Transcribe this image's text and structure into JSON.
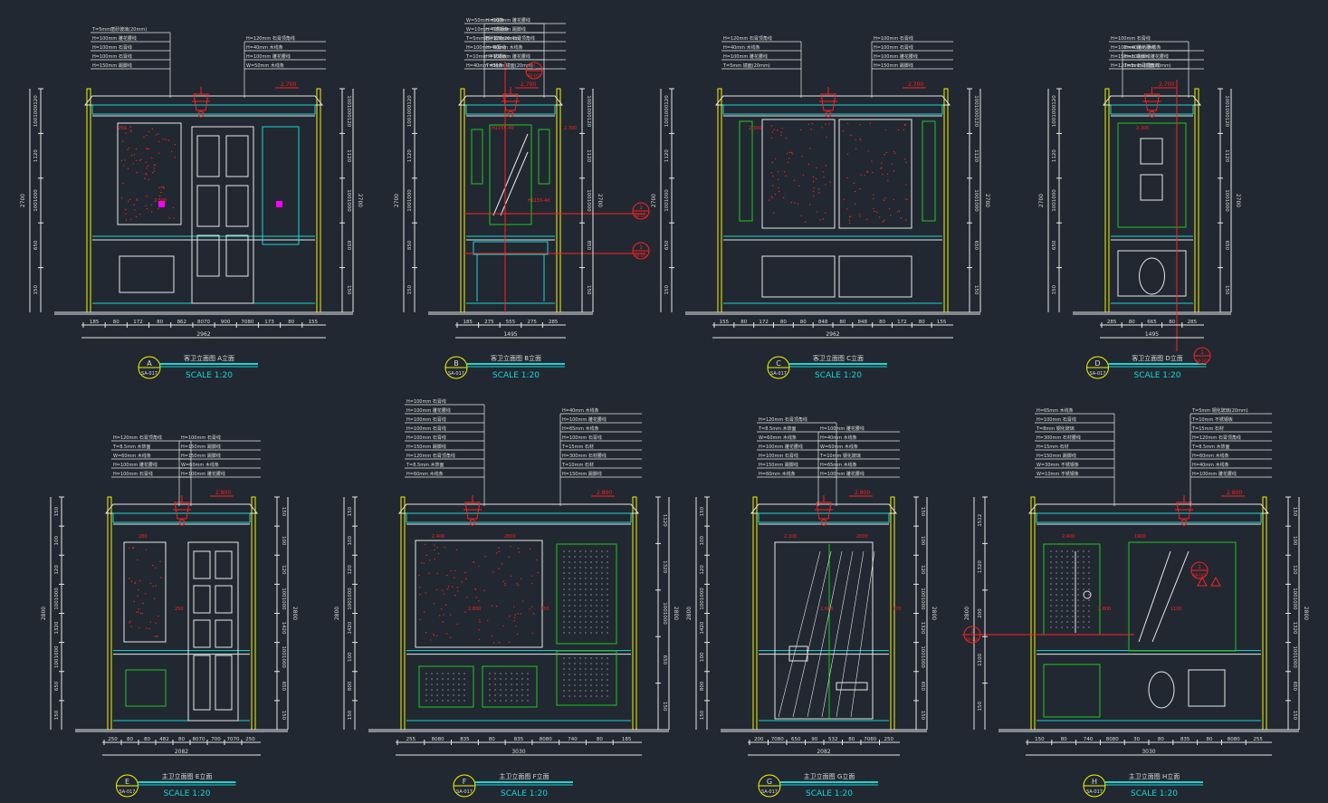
{
  "drawing": {
    "colors": {
      "background": "#212831",
      "outline": "#e8e8e8",
      "frame": "#f5f500",
      "cyan": "#19d6d6",
      "green": "#1ec81e",
      "red": "#ff2020",
      "magenta": "#ff00ff",
      "annotation": "#dcdcdc"
    },
    "views": [
      {
        "id": "A",
        "sheet": "SA-017",
        "title": "客卫立面图 A立面",
        "scale": "SCALE  1:20",
        "height_total": "2700",
        "elev_tag": "2.700",
        "left_dims": [
          "1001000120",
          "1120",
          "1001000",
          "650",
          "150"
        ],
        "right_dims": [
          "1001000120",
          "1120",
          "1001000",
          "650",
          "150"
        ],
        "bottom_dims": [
          "185",
          "80",
          "172",
          "80",
          "862",
          "8070",
          "900",
          "7080",
          "173",
          "80",
          "155"
        ],
        "total_width": "2962",
        "notes": [
          "T=5mm磨砂玻璃(20mm)",
          "H=100mm 雕花腰线",
          "H=100mm 石膏线",
          "H=100mm 石膏线",
          "H=150mm 踢脚线",
          "H=120mm 石膏顶角线",
          "H=40mm 木线条",
          "H=100mm 雕花腰线",
          "W=50mm 木线条"
        ],
        "small_dims": [
          "250",
          "2.500"
        ]
      },
      {
        "id": "B",
        "sheet": "SA-017",
        "title": "客卫立面图 B立面",
        "scale": "SCALE  1:20",
        "height_total": "2700",
        "elev_tag": "2.700",
        "left_dims": [
          "1001000120",
          "1120",
          "1001000",
          "850",
          "150"
        ],
        "right_dims": [
          "1001000120",
          "1120",
          "1001000",
          "850",
          "150"
        ],
        "bottom_dims": [
          "185",
          "275",
          "555",
          "275",
          "285"
        ],
        "total_width": "1495",
        "notes": [
          "W=50mm 木线条",
          "W=10mm 不锈钢条",
          "T=5mm磨砂玻璃(20mm)",
          "H=100mm 石膏线",
          "T=10mm 不锈钢板",
          "H=40mm 木线条",
          "H=100mm 雕花腰线",
          "H=150mm 踢脚线",
          "H=120mm 石膏顶角线",
          "H=40mm 木线条",
          "H=100mm 雕花腰线",
          "T=5mm 镜面(20mm)"
        ],
        "small_dims": [
          "H1155-40",
          "H1155-40",
          "2.300"
        ]
      },
      {
        "id": "C",
        "sheet": "SA-017",
        "title": "客卫立面图 C立面",
        "scale": "SCALE  1:20",
        "height_total": "2700",
        "elev_tag": "2.700",
        "left_dims": [
          "1001000120",
          "1120",
          "1001000",
          "650",
          "150"
        ],
        "right_dims": [
          "1001000120",
          "1120",
          "1001000",
          "650",
          "150"
        ],
        "bottom_dims": [
          "155",
          "80",
          "172",
          "80",
          "80",
          "848",
          "80",
          "848",
          "80",
          "172",
          "80",
          "155"
        ],
        "total_width": "2962",
        "notes": [
          "H=120mm 石膏顶角线",
          "H=40mm 木线条",
          "H=100mm 雕花腰线",
          "T=5mm 镜面(20mm)",
          "H=100mm 石膏线",
          "H=100mm 石膏线",
          "H=100mm 雕花腰线",
          "H=150mm 踢脚线"
        ],
        "small_dims": [
          "2.300"
        ]
      },
      {
        "id": "D",
        "sheet": "SA-017",
        "title": "客卫立面图 D立面",
        "scale": "SCALE  1:20",
        "height_total": "2700",
        "elev_tag": "2.700",
        "left_dims": [
          "1001000120",
          "1120",
          "1001000",
          "650",
          "150"
        ],
        "right_dims": [
          "1001000120",
          "1120",
          "1001000",
          "650",
          "150"
        ],
        "bottom_dims": [
          "285",
          "80",
          "665",
          "80",
          "285"
        ],
        "total_width": "1495",
        "notes": [
          "H=100mm 石膏线",
          "H=100mm 雕花腰线",
          "H=150mm 踢脚线",
          "H=120mm 石膏顶角线",
          "H=40mm 木线条",
          "H=100mm 雕花腰线",
          "T=5mm 镜面(20mm)"
        ],
        "small_dims": [
          "2.300"
        ]
      },
      {
        "id": "E",
        "sheet": "SA-017",
        "title": "主卫立面图 E立面",
        "scale": "SCALE  1:20",
        "height_total": "2800",
        "elev_tag": "2.800",
        "left_dims": [
          "150",
          "100",
          "120",
          "1001000",
          "1320",
          "1001000",
          "650",
          "150"
        ],
        "right_dims": [
          "150",
          "100",
          "120",
          "1001000",
          "1420",
          "1001000",
          "650",
          "150"
        ],
        "bottom_dims": [
          "250",
          "80",
          "80",
          "482",
          "80",
          "8070",
          "700",
          "7070",
          "250"
        ],
        "total_width": "2082",
        "notes": [
          "H=120mm 石膏顶角线",
          "T=8.5mm 木饰面",
          "W=60mm 木线条",
          "H=100mm 雕花腰线",
          "H=100mm 石膏线",
          "H=100mm 石膏线",
          "H=150mm 踢脚线",
          "H=150mm 踢脚线",
          "W=60mm 木线条",
          "H=100mm 雕花腰线"
        ],
        "small_dims": [
          "280",
          "250"
        ]
      },
      {
        "id": "F",
        "sheet": "SA-017",
        "title": "主卫立面图 F立面",
        "scale": "SCALE  1:20",
        "height_total": "2800",
        "elev_tag": "2.800",
        "left_dims": [
          "150",
          "100",
          "120",
          "1001000",
          "1420",
          "100",
          "800",
          "150"
        ],
        "right_dims": [
          "1120",
          "1320",
          "1001000",
          "650",
          "150"
        ],
        "bottom_dims": [
          "255",
          "8080",
          "835",
          "80",
          "835",
          "8080",
          "740",
          "80",
          "185"
        ],
        "total_width": "3030",
        "notes": [
          "H=100mm 石膏线",
          "H=100mm 雕花腰线",
          "H=100mm 石膏线",
          "H=100mm 石膏线",
          "H=100mm 石膏线",
          "H=150mm 踢脚线",
          "H=120mm 石膏顶角线",
          "T=8.5mm 木饰面",
          "H=60mm 木线条",
          "H=40mm 木线条",
          "H=100mm 雕花腰线",
          "H=65mm 木线条",
          "H=100mm 石膏线",
          "T=15mm 石材",
          "H=300mm 石材腰线",
          "T=10mm 石材",
          "H=150mm 踢脚线"
        ],
        "small_dims": [
          "2.400",
          "2.800",
          "2800",
          "250"
        ]
      },
      {
        "id": "G",
        "sheet": "SA-017",
        "title": "主卫立面图 G立面",
        "scale": "SCALE  1:20",
        "height_total": "2800",
        "elev_tag": "2.800",
        "left_dims": [
          "150",
          "100",
          "120",
          "1001000",
          "1420",
          "100",
          "800",
          "150"
        ],
        "right_dims": [
          "150",
          "100",
          "120",
          "1001000",
          "1320",
          "1001000",
          "650",
          "150"
        ],
        "bottom_dims": [
          "200",
          "7080",
          "650",
          "90",
          "532",
          "80",
          "7080",
          "250"
        ],
        "total_width": "2082",
        "notes": [
          "H=120mm 石膏顶角线",
          "T=8.5mm 木饰面",
          "W=60mm 木线条",
          "H=100mm 雕花腰线",
          "H=100mm 石膏线",
          "H=150mm 踢脚线",
          "H=60mm 木线条",
          "H=100mm 雕花腰线",
          "H=40mm 木线条",
          "W=60mm 木线条",
          "T=10mm 钢化玻璃",
          "H=65mm 木线条",
          "H=100mm 雕花腰线"
        ],
        "small_dims": [
          "2.100",
          "2.600",
          "2000",
          "170"
        ]
      },
      {
        "id": "H",
        "sheet": "SA-017",
        "title": "主卫立面图 H立面",
        "scale": "SCALE  1:20",
        "height_total": "2800",
        "elev_tag": "2.800",
        "left_dims": [
          "1512",
          "1320",
          "200",
          "1100",
          "150"
        ],
        "right_dims": [
          "150",
          "100",
          "120",
          "1001000",
          "1320",
          "1001000",
          "650",
          "150"
        ],
        "bottom_dims": [
          "150",
          "80",
          "740",
          "8080",
          "30",
          "80",
          "835",
          "80",
          "8080",
          "255"
        ],
        "total_width": "3030",
        "notes": [
          "H=65mm 木线条",
          "H=100mm 石膏线",
          "T=8mm 钢化玻璃",
          "H=300mm 石材腰线",
          "H=15mm 石材",
          "H=150mm 踢脚线",
          "W=30mm 不锈钢条",
          "W=10mm 不锈钢条",
          "T=5mm 钢化玻璃(20mm)",
          "T=10mm 不锈钢板",
          "T=15mm 石材",
          "H=120mm 石膏顶角线",
          "T=8.5mm 木饰面",
          "H=60mm 木线条",
          "H=40mm 木线条",
          "H=100mm 雕花腰线"
        ],
        "small_dims": [
          "2.400",
          "2.800",
          "1900",
          "1100"
        ]
      }
    ],
    "callout_bubbles": [
      "1",
      "SB-103"
    ]
  }
}
